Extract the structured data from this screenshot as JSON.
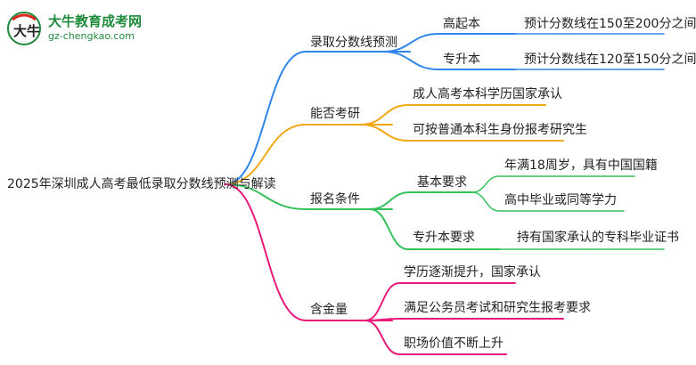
{
  "logo": {
    "name": "大牛教育成考网",
    "url": "gz-chengkao.com",
    "mark_text": "大牛",
    "colors": {
      "green": "#1f8a3c",
      "red": "#e0261b"
    }
  },
  "root": {
    "label": "2025年深圳成人高考最低录取分数线预测与解读"
  },
  "branches": [
    {
      "label": "录取分数线预测",
      "color": "#2f86e8",
      "children": [
        {
          "label": "高起本",
          "children": [
            {
              "label": "预计分数线在150至200分之间"
            }
          ]
        },
        {
          "label": "专升本",
          "children": [
            {
              "label": "预计分数线在120至150分之间"
            }
          ]
        }
      ]
    },
    {
      "label": "能否考研",
      "color": "#f2a713",
      "children": [
        {
          "label": "成人高考本科学历国家承认"
        },
        {
          "label": "可按普通本科生身份报考研究生"
        }
      ]
    },
    {
      "label": "报名条件",
      "color": "#33c15a",
      "children": [
        {
          "label": "基本要求",
          "children": [
            {
              "label": "年满18周岁，具有中国国籍"
            },
            {
              "label": "高中毕业或同等学力"
            }
          ]
        },
        {
          "label": "专升本要求",
          "children": [
            {
              "label": "持有国家承认的专科毕业证书"
            }
          ]
        }
      ]
    },
    {
      "label": "含金量",
      "color": "#e8197a",
      "children": [
        {
          "label": "学历逐渐提升，国家承认"
        },
        {
          "label": "满足公务员考试和研究生报考要求"
        },
        {
          "label": "职场价值不断上升"
        }
      ]
    }
  ]
}
